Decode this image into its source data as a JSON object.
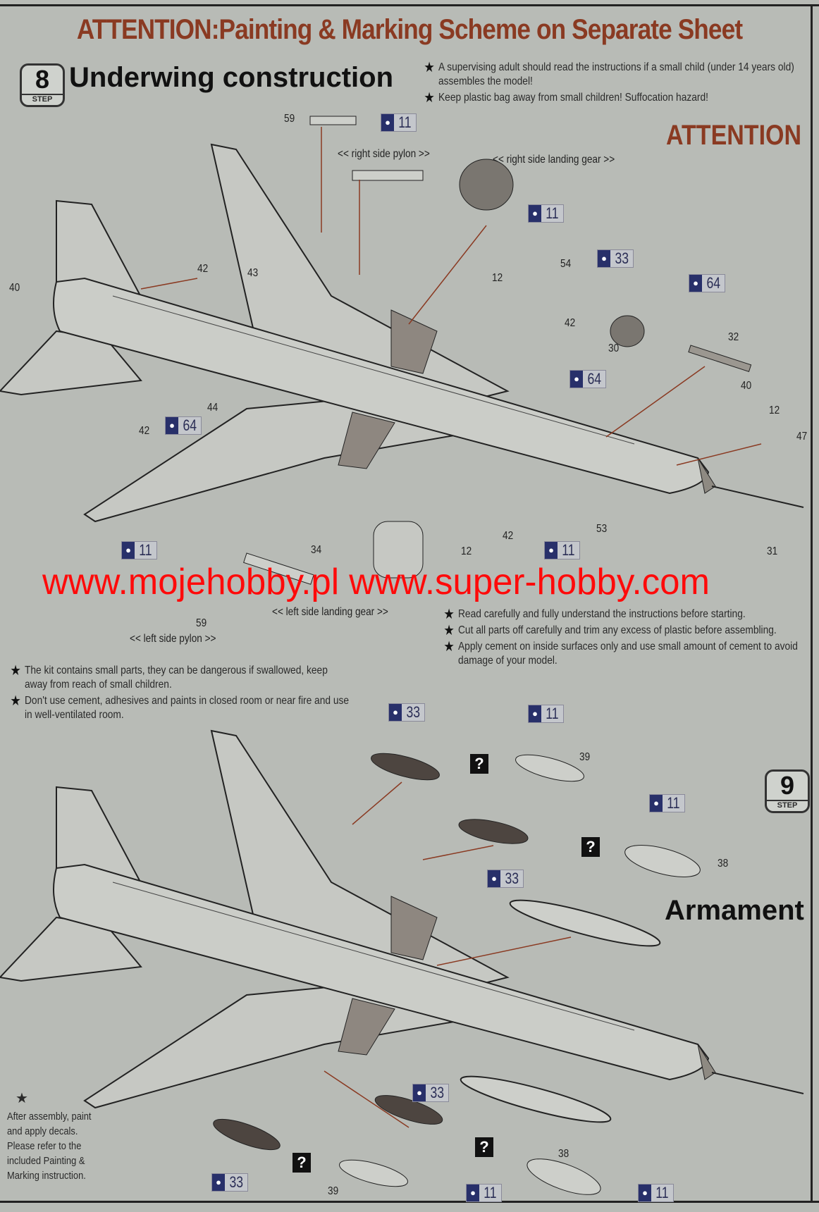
{
  "header": {
    "headline": "ATTENTION:Painting & Marking Scheme on Separate Sheet",
    "attention": "ATTENTION"
  },
  "watermark": "www.mojehobby.pl www.super-hobby.com",
  "step8": {
    "number": "8",
    "step_label": "STEP",
    "title": "Underwing construction",
    "labels": {
      "right_pylon": "<< right side pylon >>",
      "right_gear": "<< right side landing gear >>",
      "left_pylon": "<< left side pylon >>",
      "left_gear": "<< left side landing gear >>"
    },
    "parts": [
      "59",
      "54",
      "32",
      "12",
      "42",
      "30",
      "40",
      "12",
      "47",
      "42",
      "43",
      "40",
      "44",
      "42",
      "34",
      "12",
      "42",
      "53",
      "31",
      "59"
    ],
    "paints": [
      "11",
      "11",
      "33",
      "64",
      "64",
      "64",
      "11",
      "11"
    ]
  },
  "step9": {
    "number": "9",
    "step_label": "STEP",
    "title": "Armament",
    "parts": [
      "39",
      "38",
      "38",
      "39"
    ],
    "paints": [
      "33",
      "11",
      "33",
      "11",
      "33",
      "33",
      "11",
      "11"
    ],
    "unknown_mark": "?"
  },
  "warnings": {
    "top": [
      "A supervising adult should read the instructions if a small child (under 14 years old) assembles the model!",
      "Keep plastic bag away from small children! Suffocation hazard!"
    ],
    "right": [
      "Read carefully and fully understand the instructions before starting.",
      "Cut all parts off carefully and trim any excess of plastic before assembling.",
      "Apply cement on inside surfaces only and use small amount of cement to avoid damage of your model."
    ],
    "left": [
      "The kit contains small parts, they can be dangerous if swallowed, keep away from reach of small children.",
      "Don't use cement, adhesives and paints in closed room or near fire and use in well-ventilated room."
    ],
    "final": "After assembly, paint and apply decals. Please refer to the included Painting & Marking instruction."
  },
  "colors": {
    "brand_red": "#8a3a22",
    "watermark": "#ff0a0a",
    "paint_badge": "#28306a"
  }
}
